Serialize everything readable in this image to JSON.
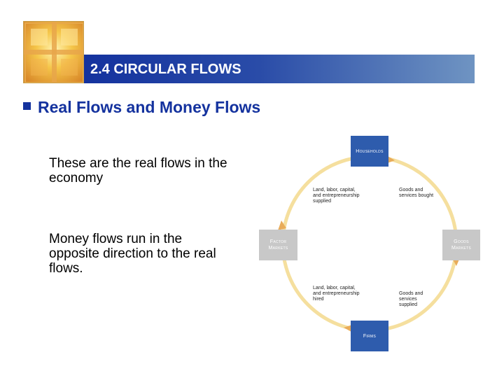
{
  "slide": {
    "title": "2.4 CIRCULAR FLOWS",
    "heading": "Real Flows and Money Flows",
    "paragraph1": "These are the real flows in the economy",
    "paragraph2": "Money flows run in the opposite direction to the real flows."
  },
  "diagram": {
    "nodes": {
      "households": "Households",
      "factor_markets_line1": "Factor",
      "factor_markets_line2": "Markets",
      "goods_markets_line1": "Goods",
      "goods_markets_line2": "Markets",
      "firms": "Firms"
    },
    "flows": {
      "top_left": [
        "Land, labor, capital,",
        "and entrepreneurship",
        "supplied"
      ],
      "top_right": [
        "Goods and",
        "services bought"
      ],
      "bottom_left": [
        "Land, labor, capital,",
        "and entrepreneurship",
        "hired"
      ],
      "bottom_right": [
        "Goods and",
        "services",
        "supplied"
      ]
    }
  },
  "colors": {
    "title_bar": "#14329e",
    "heading": "#14329e",
    "node_blue": "#2e5cad",
    "node_grey": "#c8c8c8",
    "flow_ring": "#f5df9e",
    "flow_arrow": "#e8ac5a"
  }
}
